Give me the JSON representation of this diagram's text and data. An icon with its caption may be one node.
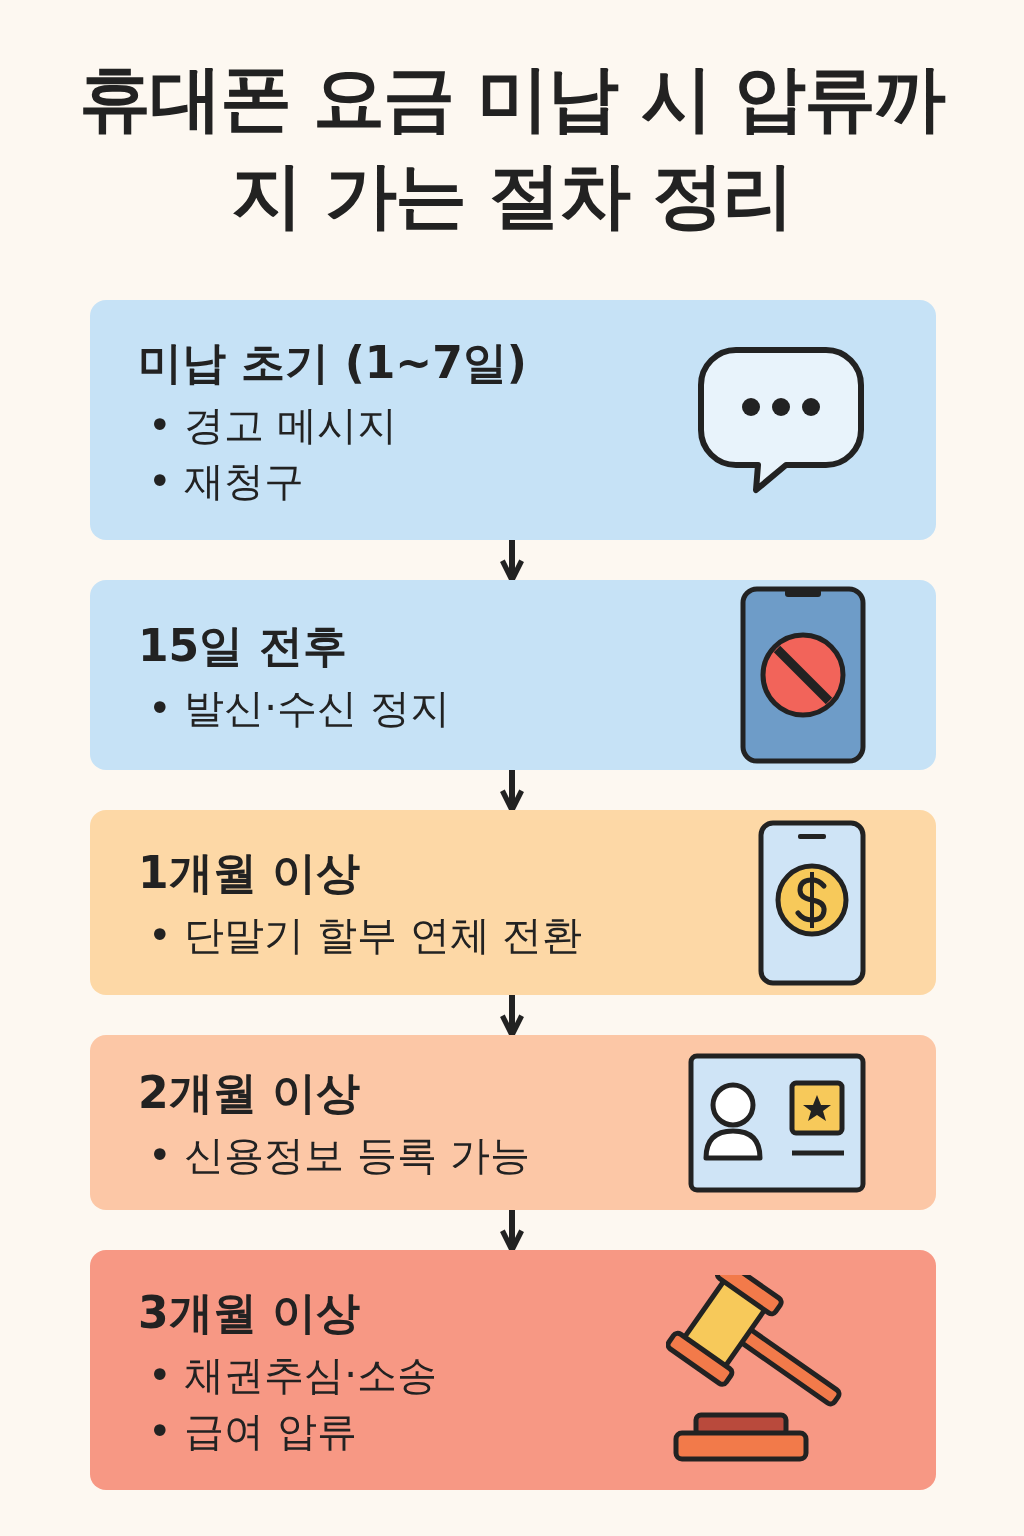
{
  "diagram": {
    "title": "휴대폰 요금 미납 시 압류까지 가는 절차 정리",
    "nodes": [
      {
        "text": [
          "미납 초기 (1~7일)",
          "• 경고 메시지",
          "• 재청구"
        ]
      },
      {
        "text": [
          "15일 전후",
          "• 발신·수신 정지"
        ]
      },
      {
        "text": [
          "1개월 이상",
          "• 단말기 할부 연체 전환"
        ]
      },
      {
        "text": [
          "2개월 이상",
          "• 신용정보 등록 가능"
        ]
      },
      {
        "text": [
          "3개월 이상",
          "• 채권추심·소송",
          "• 급여 압류"
        ]
      }
    ],
    "edges": [
      {
        "from": 0,
        "to": 1,
        "arrow": "to"
      },
      {
        "from": 1,
        "to": 2,
        "arrow": "to"
      },
      {
        "from": 2,
        "to": 3,
        "arrow": "to"
      },
      {
        "from": 3,
        "to": 4,
        "arrow": "to"
      }
    ]
  }
}
